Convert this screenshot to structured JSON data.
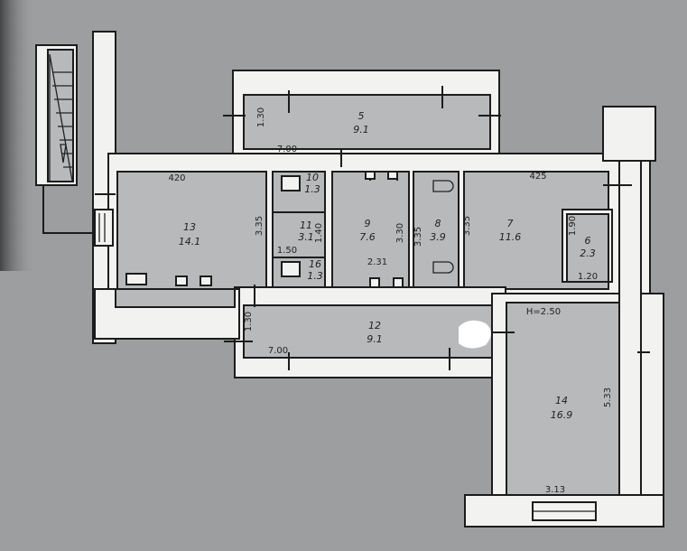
{
  "rooms": [
    {
      "id": "1",
      "number": "13",
      "area": "14.1"
    },
    {
      "id": "2",
      "number": "5",
      "area": "9.1"
    },
    {
      "id": "3",
      "number": "10",
      "area": "1.3"
    },
    {
      "id": "4",
      "number": "11",
      "area": "3.1"
    },
    {
      "id": "5",
      "number": "16",
      "area": "1.3"
    },
    {
      "id": "6",
      "number": "9",
      "area": "7.6"
    },
    {
      "id": "7",
      "number": "8",
      "area": "3.9"
    },
    {
      "id": "8",
      "number": "7",
      "area": "11.6"
    },
    {
      "id": "9",
      "number": "6",
      "area": "2.3"
    },
    {
      "id": "10",
      "number": "12",
      "area": "9.1"
    },
    {
      "id": "11",
      "number": "14",
      "area": "16.9"
    }
  ],
  "dimensions": {
    "d420": "420",
    "d700a": "7.00",
    "d130a": "1.30",
    "d425": "425",
    "d335a": "3.35",
    "d335b": "3.35",
    "d335c": "3.35",
    "d150": "1.50",
    "d140": "1.40",
    "d231": "2.31",
    "d330": "3.30",
    "d190": "1.90",
    "d120": "1.20",
    "d130b": "1.30",
    "d700b": "7.00",
    "d533": "5.33",
    "d313": "3.13",
    "height": "H=2.50"
  },
  "colors": {
    "wall": "#f2f2f0",
    "paper": "#9c9ea0",
    "ink": "#1c1c1c"
  }
}
